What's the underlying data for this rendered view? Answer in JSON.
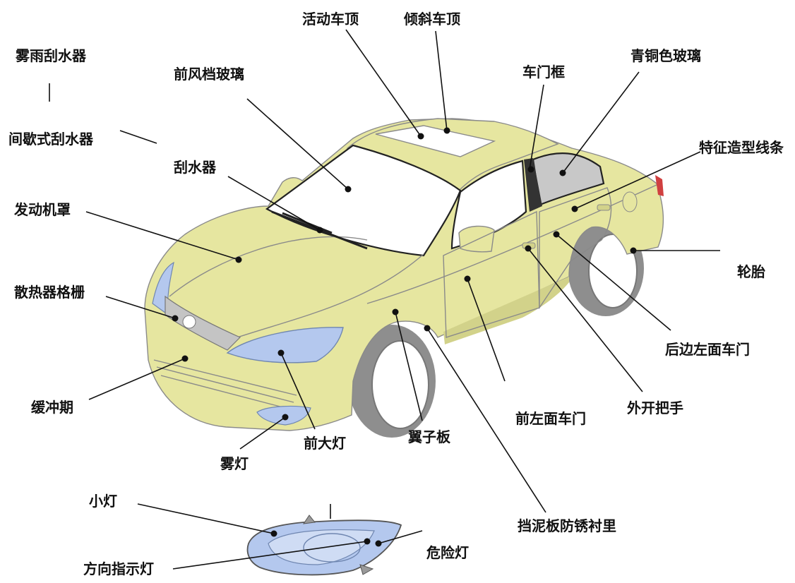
{
  "labels": {
    "wiper_rain": "雾雨刮水器",
    "wiper_intermittent": "间歇式刮水器",
    "windshield": "前风档玻璃",
    "wiper": "刮水器",
    "hood": "发动机罩",
    "grille": "散热器格栅",
    "bumper": "缓冲期",
    "fog_light": "雾灯",
    "headlight": "前大灯",
    "fender": "翼子板",
    "splash_liner": "挡泥板防锈衬里",
    "front_left_door": "前左面车门",
    "outer_handle": "外开把手",
    "rear_left_door": "后边左面车门",
    "tire": "轮胎",
    "character_line": "特征造型线条",
    "bronze_glass": "青铜色玻璃",
    "door_frame": "车门框",
    "sliding_roof": "活动车顶",
    "tilting_roof": "倾斜车顶",
    "side_marker": "小灯",
    "turn_signal": "方向指示灯",
    "hazard_light": "危险灯"
  },
  "colors": {
    "body": "#e6e6a0",
    "body_shadow": "#d2d28a",
    "glass": "#ffffff",
    "tinted_glass": "#c8c8c8",
    "lamp": "#b4c8ee",
    "grille": "#c4c4c4",
    "tire": "#8e8e8e",
    "rim": "#ffffff",
    "ink": "#111111"
  }
}
